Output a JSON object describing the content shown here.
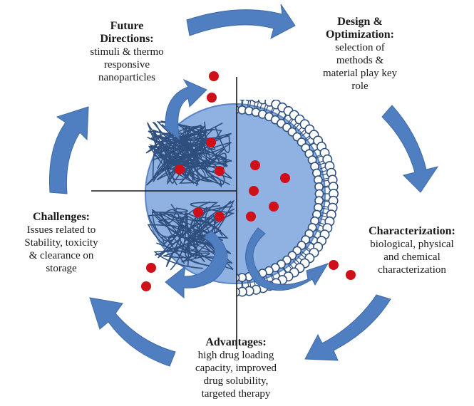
{
  "colors": {
    "arrow": "#4f7fc0",
    "sphere": "#8fb2e3",
    "sphere_edge": "#5b86c4",
    "membrane": "#2f4f7f",
    "drug": "#d01018",
    "axis": "#1a1a1a"
  },
  "stages": {
    "future": {
      "head": "Future",
      "head2": "Directions:",
      "lines": [
        "stimuli & thermo",
        "responsive",
        "nanoparticles"
      ]
    },
    "design": {
      "head": "Design &",
      "head2": "Optimization:",
      "lines": [
        "selection of",
        "methods  &",
        "material play key",
        "role"
      ]
    },
    "characterization": {
      "head": "Characterization:",
      "lines": [
        "biological, physical",
        "and chemical",
        "characterization"
      ]
    },
    "advantages": {
      "head": "Advantages:",
      "lines": [
        "high drug loading",
        "capacity, improved",
        "drug solubility,",
        "targeted therapy"
      ]
    },
    "challenges": {
      "head": "Challenges:",
      "lines": [
        "Issues related to",
        "Stability, toxicity",
        "& clearance on",
        "storage"
      ]
    }
  }
}
